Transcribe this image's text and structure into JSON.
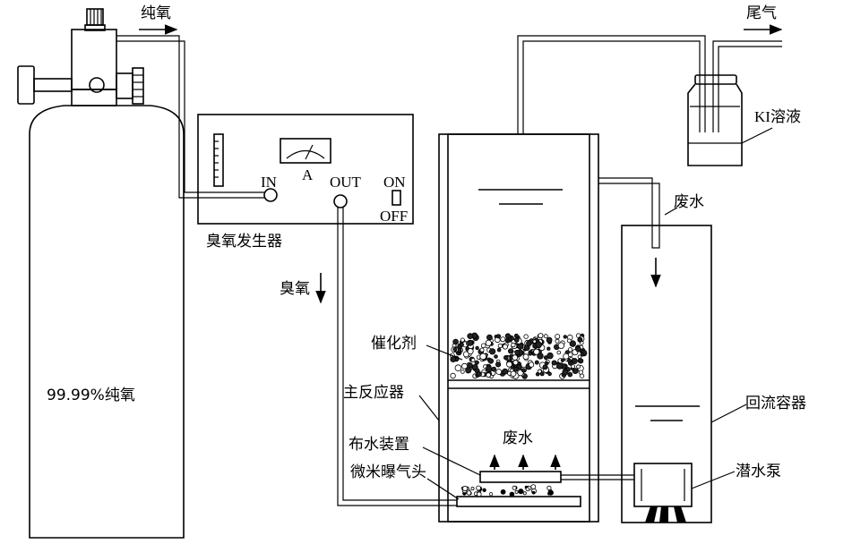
{
  "labels": {
    "pure_oxygen_flow": "纯氧",
    "exhaust": "尾气",
    "ki_solution": "KI溶液",
    "ozone_generator": "臭氧发生器",
    "ozone_flow": "臭氧",
    "in_port": "IN",
    "out_port": "OUT",
    "ammeter": "A",
    "switch_on": "ON",
    "switch_off": "OFF",
    "wastewater_inflow": "废水",
    "catalyst": "催化剂",
    "main_reactor": "主反应器",
    "reactor_wastewater": "废水",
    "water_distributor": "布水装置",
    "micro_aerator": "微米曝气头",
    "reflux_container": "回流容器",
    "submersible_pump": "潜水泵",
    "oxygen_cylinder": "99.99%纯氧"
  },
  "colors": {
    "line": "#000000",
    "background": "#ffffff"
  }
}
